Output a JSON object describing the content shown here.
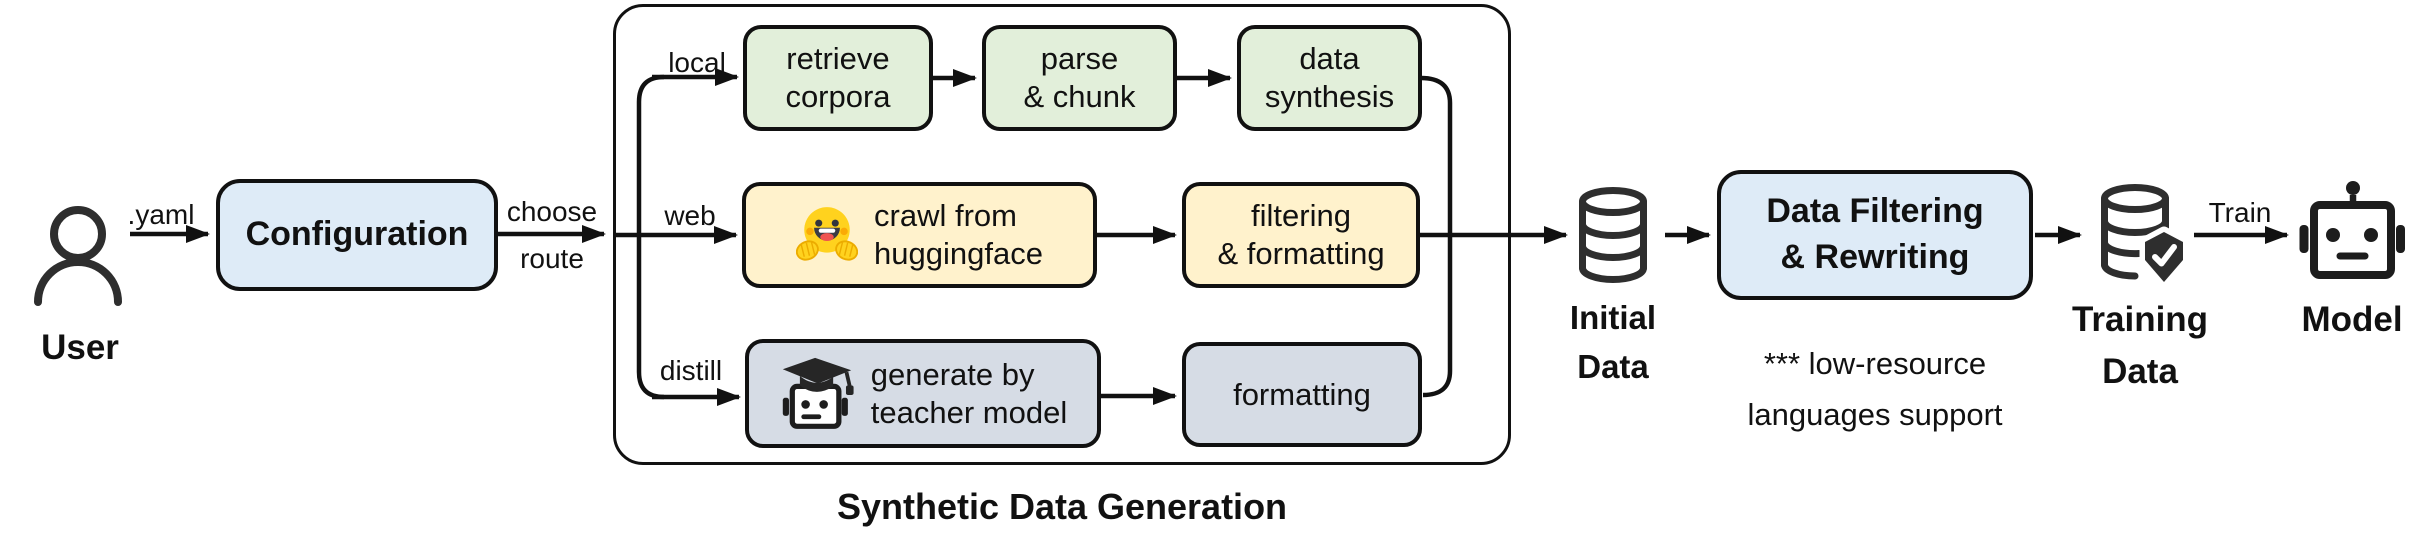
{
  "colors": {
    "node_blue": "#DEEBF7",
    "node_green": "#E2EFDA",
    "node_yellow": "#FFF2CC",
    "node_gray": "#D6DCE5",
    "line_color": "#111111",
    "icon_color": "#2E2E2E",
    "hf_face_yellow": "#FFD21E"
  },
  "user": {
    "label": "User"
  },
  "edges": {
    "yaml": ".yaml",
    "choose": "choose",
    "route": "route",
    "local": "local",
    "web": "web",
    "distill": "distill",
    "train": "Train"
  },
  "nodes": {
    "configuration": "Configuration",
    "retrieve_corpora": "retrieve\ncorpora",
    "parse_chunk": "parse\n& chunk",
    "data_synthesis": "data\nsynthesis",
    "crawl_huggingface": "crawl from\nhuggingface",
    "filtering_formatting": "filtering\n& formatting",
    "generate_teacher": "generate by\nteacher model",
    "formatting": "formatting",
    "data_filtering_rewriting": "Data Filtering\n& Rewriting"
  },
  "annotations": {
    "frame_title": "Synthetic Data Generation",
    "filtering_note": "*** low-resource\nlanguages support"
  },
  "artifacts": {
    "initial_data": "Initial\nData",
    "training_data": "Training\nData",
    "model": "Model"
  },
  "icons": {
    "user": "user-icon",
    "hugging_face": "hugging-face-icon",
    "graduate_robot": "graduate-robot-icon",
    "initial_database": "database-icon",
    "training_database": "database-shield-check-icon",
    "model_robot": "robot-icon"
  }
}
